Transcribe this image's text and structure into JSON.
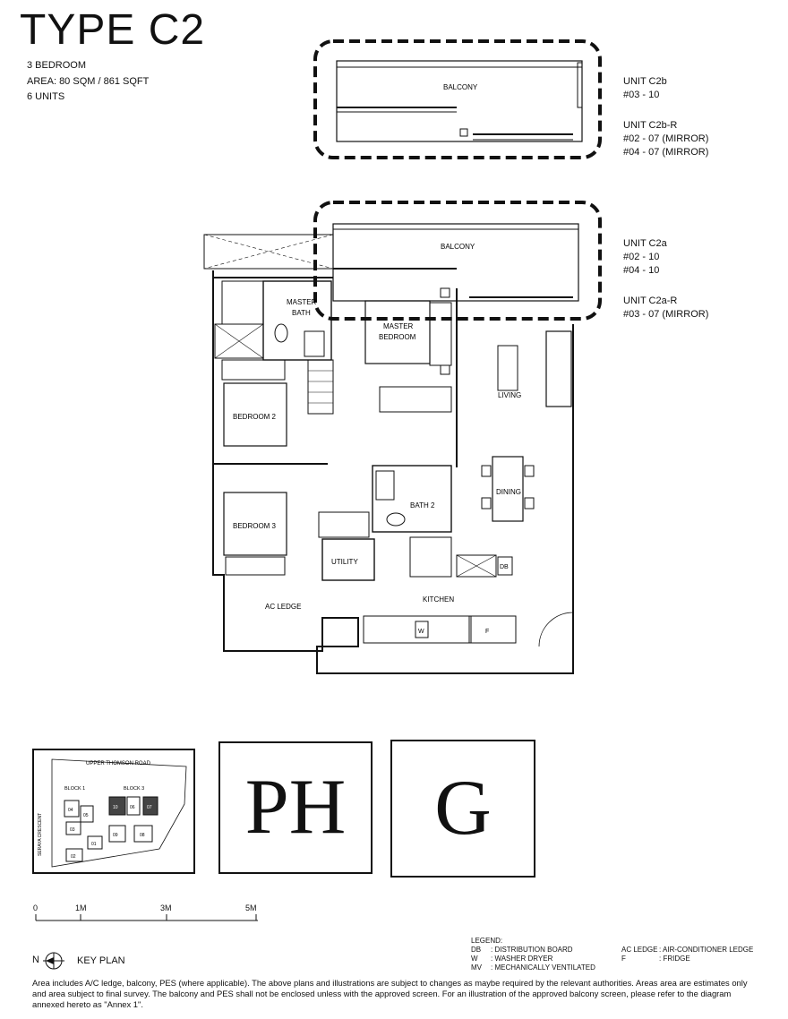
{
  "header": {
    "title": "TYPE C2",
    "bedrooms": "3 BEDROOM",
    "area": "AREA: 80 SQM / 861 SQFT",
    "units": "6 UNITS"
  },
  "unit_variants": {
    "c2b": {
      "name": "UNIT C2b",
      "floors": "#03 - 10",
      "mirror_name": "UNIT C2b-R",
      "mirror_floors_1": "#02 - 07 (MIRROR)",
      "mirror_floors_2": "#04 - 07 (MIRROR)"
    },
    "c2a": {
      "name": "UNIT C2a",
      "floors_1": "#02 - 10",
      "floors_2": "#04 - 10",
      "mirror_name": "UNIT C2a-R",
      "mirror_floors": "#03 - 07 (MIRROR)"
    }
  },
  "rooms": {
    "balcony_top": "BALCONY",
    "balcony": "BALCONY",
    "master_bath": "MASTER BATH",
    "master_bath_l1": "MASTER",
    "master_bath_l2": "BATH",
    "master_bedroom_l1": "MASTER",
    "master_bedroom_l2": "BEDROOM",
    "living": "LIVING",
    "bedroom2": "BEDROOM 2",
    "dining": "DINING",
    "bath2": "BATH 2",
    "bedroom3": "BEDROOM 3",
    "utility": "UTILITY",
    "db": "DB",
    "kitchen": "KITCHEN",
    "ac_ledge": "AC LEDGE",
    "w": "W",
    "f": "F"
  },
  "key_plan": {
    "road": "UPPER THOMSON ROAD",
    "side_road": "SERAYA CRESCENT",
    "block1": "BLOCK 1",
    "block3": "BLOCK 3",
    "labels": [
      "04",
      "05",
      "03",
      "01",
      "02",
      "09",
      "10",
      "06",
      "07",
      "08"
    ],
    "ph": "PH",
    "g": "G"
  },
  "scale": {
    "labels": [
      "0",
      "1M",
      "3M",
      "5M"
    ]
  },
  "north": {
    "label": "N",
    "key_plan_label": "KEY PLAN"
  },
  "legend": {
    "title": "LEGEND:",
    "items_left": [
      {
        "abbr": "DB",
        "desc": ": DISTRIBUTION BOARD"
      },
      {
        "abbr": "W",
        "desc": ": WASHER DRYER"
      },
      {
        "abbr": "MV",
        "desc": ": MECHANICALLY VENTILATED"
      }
    ],
    "items_right": [
      {
        "abbr": "AC LEDGE",
        "desc": ": AIR-CONDITIONER LEDGE"
      },
      {
        "abbr": "F",
        "desc": ": FRIDGE"
      }
    ]
  },
  "disclaimer": "Area includes A/C ledge, balcony, PES (where applicable). The above plans and illustrations are subject to changes as maybe required by the relevant authorities. Areas area are estimates only and area subject to final survey. The balcony and PES shall not be enclosed unless with the approved screen. For an illustration of the approved balcony screen, please refer to the diagram annexed hereto as \"Annex 1\"."
}
